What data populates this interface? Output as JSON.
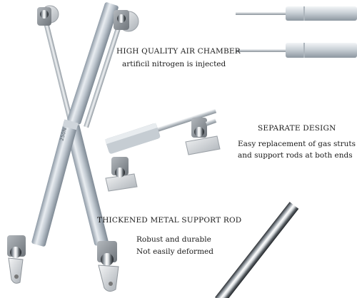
{
  "sections": {
    "air_chamber": {
      "heading": "HIGH QUALITY AIR CHAMBER",
      "line1": "artificil nitrogen is injected"
    },
    "separate_design": {
      "heading": "SEPARATE DESIGN",
      "line1": "Easy replacement of gas struts",
      "line2": "and support rods at both ends"
    },
    "support_rod": {
      "heading": "THICKENED METAL SUPPORT ROD",
      "line1": "Robust and durable",
      "line2": "Not easily deformed"
    }
  },
  "colors": {
    "metal_light": "#e4e8ec",
    "metal_mid": "#b9c1c9",
    "metal_dark": "#7f8a95",
    "cap_gray": "#8f959a",
    "background": "#ffffff"
  }
}
